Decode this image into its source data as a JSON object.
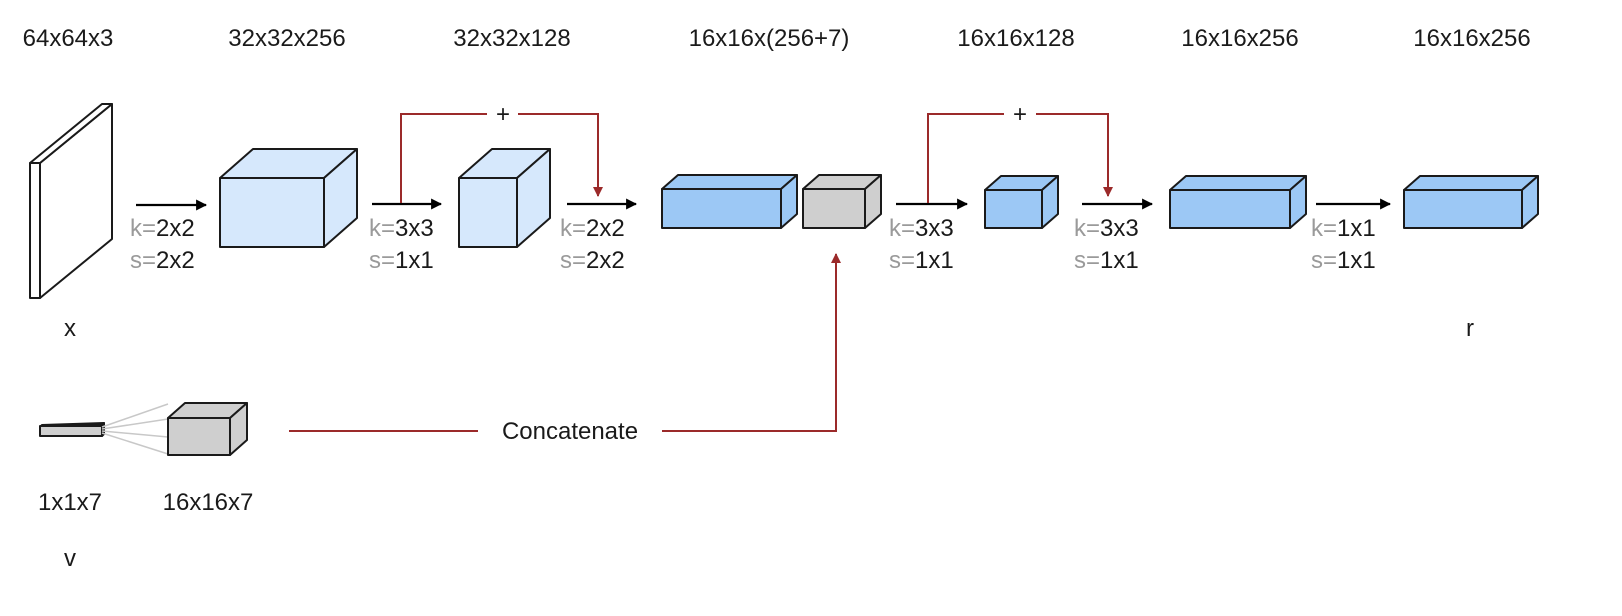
{
  "dims": {
    "input": "64x64x3",
    "conv1": "32x32x256",
    "conv2": "32x32x128",
    "concat": "16x16x(256+7)",
    "conv3": "16x16x128",
    "conv4": "16x16x256",
    "output": "16x16x256",
    "v_vec": "1x1x7",
    "v_tiled": "16x16x7"
  },
  "symbols": {
    "x": "x",
    "r": "r",
    "v": "v"
  },
  "ops": [
    {
      "k_prefix": "k=",
      "k": "2x2",
      "s_prefix": "s=",
      "s": "2x2"
    },
    {
      "k_prefix": "k=",
      "k": "3x3",
      "s_prefix": "s=",
      "s": "1x1"
    },
    {
      "k_prefix": "k=",
      "k": "2x2",
      "s_prefix": "s=",
      "s": "2x2"
    },
    {
      "k_prefix": "k=",
      "k": "3x3",
      "s_prefix": "s=",
      "s": "1x1"
    },
    {
      "k_prefix": "k=",
      "k": "3x3",
      "s_prefix": "s=",
      "s": "1x1"
    },
    {
      "k_prefix": "k=",
      "k": "1x1",
      "s_prefix": "s=",
      "s": "1x1"
    }
  ],
  "skip_labels": [
    "+",
    "+"
  ],
  "concat_label": "Concatenate",
  "colors": {
    "light_block": "#d6e8fc",
    "blue_block": "#9cc8f5",
    "gray_block": "#cfcfcf",
    "skip_arrow": "#9b2a2a",
    "param_prefix": "#9a9a9a"
  }
}
